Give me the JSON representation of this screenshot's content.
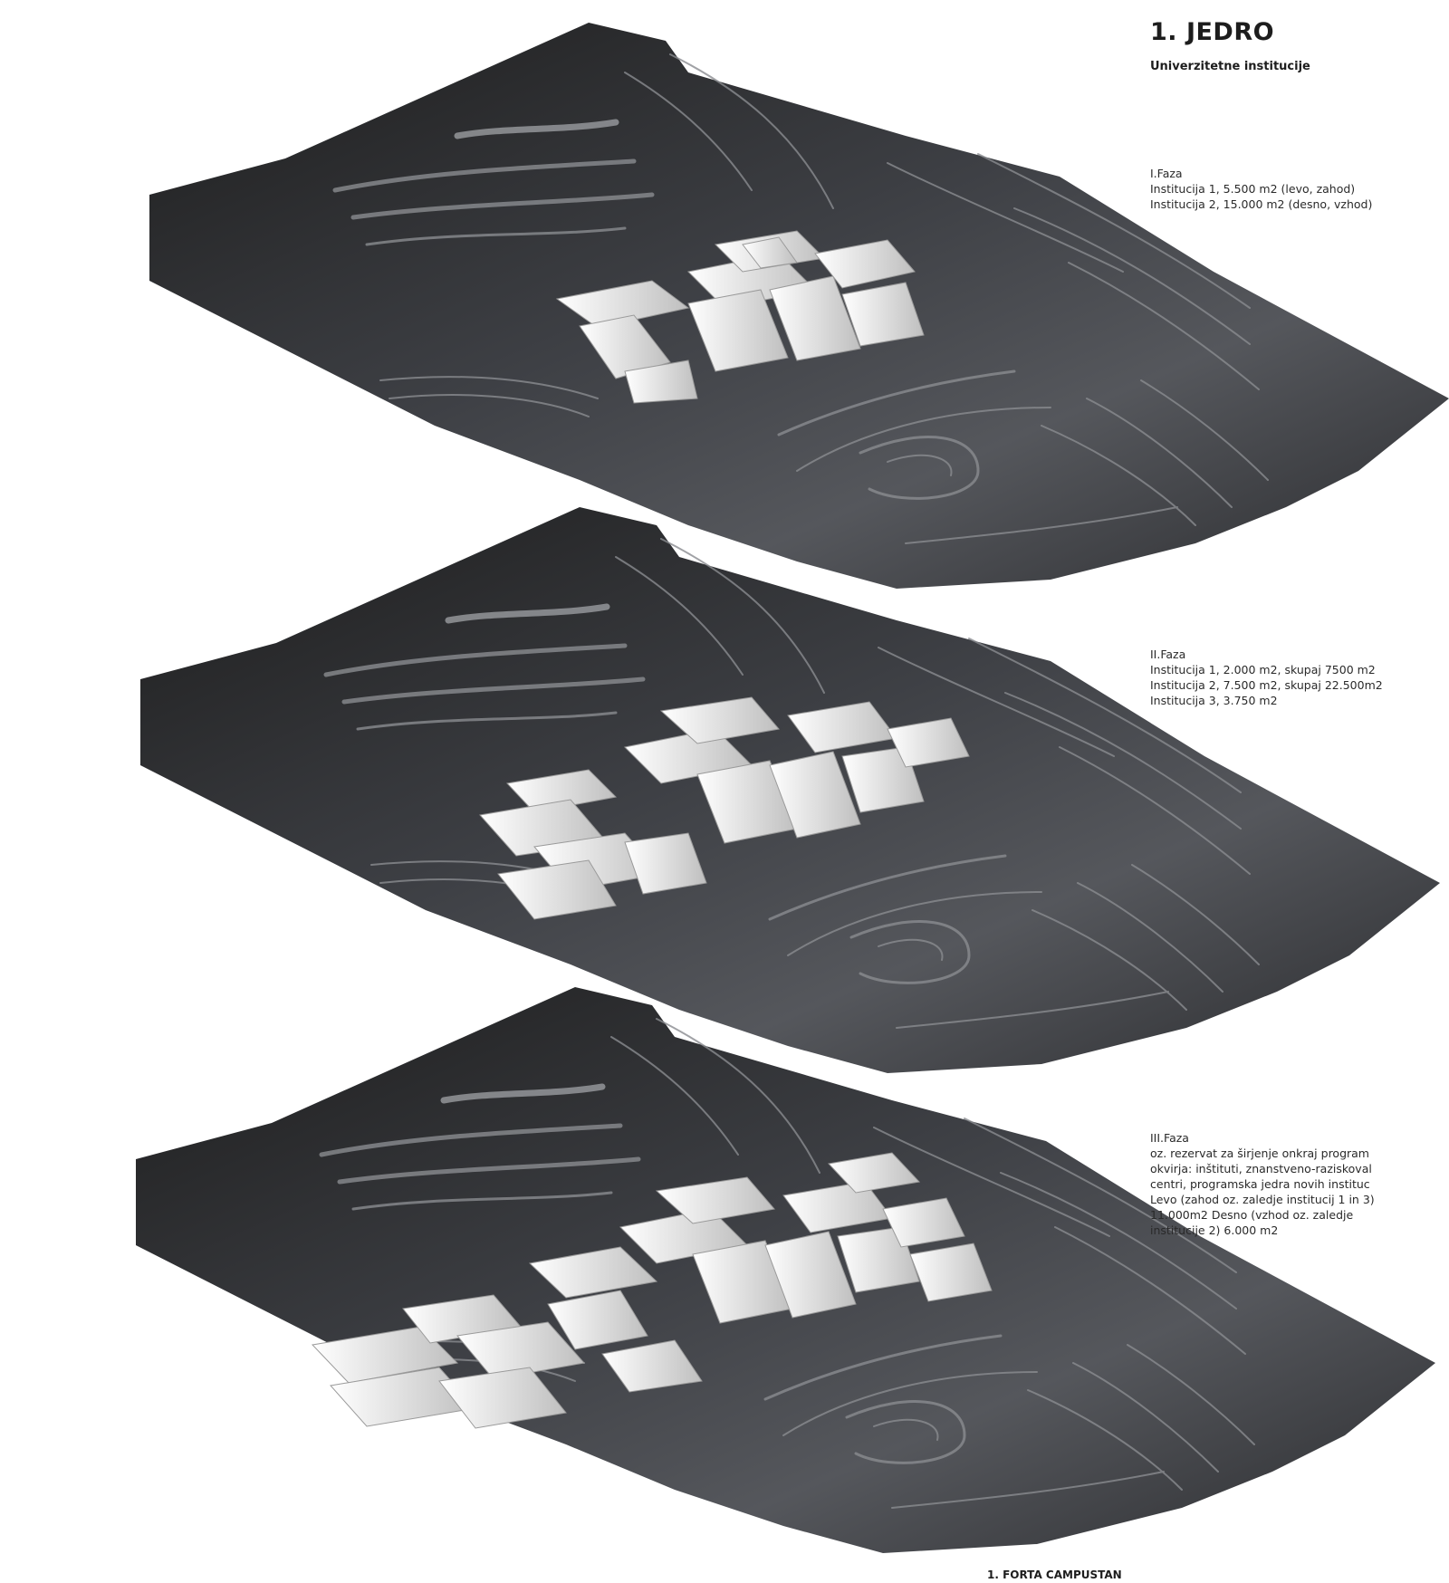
{
  "heading": {
    "title": "1. JEDRO",
    "subtitle": "Univerzitetne institucije"
  },
  "phases": [
    {
      "label": "I.Faza",
      "lines": [
        "Institucija 1, 5.500 m2 (levo, zahod)",
        "Institucija 2, 15.000 m2 (desno, vzhod)"
      ]
    },
    {
      "label": "II.Faza",
      "lines": [
        "Institucija 1, 2.000 m2, skupaj 7500 m2",
        "Institucija 2, 7.500 m2, skupaj 22.500m2",
        "Institucija 3, 3.750 m2"
      ]
    },
    {
      "label": "III.Faza",
      "lines": [
        "oz. rezervat za širjenje onkraj program",
        "okvirja: inštituti, znanstveno-raziskoval",
        "centri, programska jedra novih instituc",
        "Levo (zahod oz. zaledje institucij 1 in 3)",
        "11.000m2 Desno (vzhod oz. zaledje",
        "institucije 2) 6.000 m2"
      ]
    }
  ],
  "footer": "1. FORTA CAMPUSTAN",
  "colors": {
    "terrain_dark": "#1c1c1c",
    "terrain_mid": "#3e4045",
    "terrain_light": "#6a6c72",
    "building": "#f5f5f5",
    "contour": "#8a8c90"
  }
}
